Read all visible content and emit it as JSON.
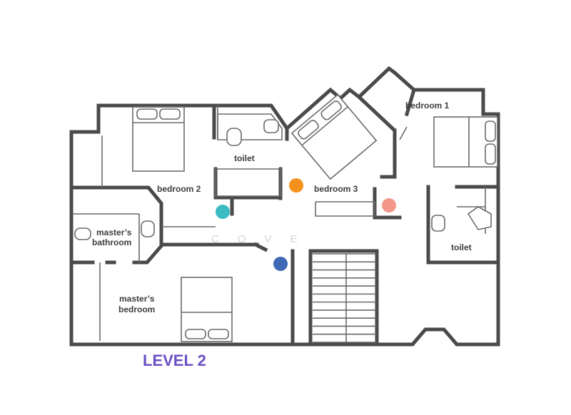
{
  "plan": {
    "level_label": "LEVEL 2",
    "watermark": "COVE",
    "rooms": {
      "bedroom_1": "bedroom 1",
      "bedroom_2": "bedroom 2",
      "bedroom_3": "bedroom 3",
      "toilet_1": "toilet",
      "toilet_2": "toilet",
      "masters_bathroom_line1": "master’s",
      "masters_bathroom_line2": "bathroom",
      "masters_bedroom_line1": "master’s",
      "masters_bedroom_line2": "bedroom"
    },
    "markers": [
      {
        "id": "orange",
        "color": "#f5921e"
      },
      {
        "id": "teal",
        "color": "#3bbcc2"
      },
      {
        "id": "salmon",
        "color": "#f3978a"
      },
      {
        "id": "blue",
        "color": "#3f69b5"
      }
    ],
    "colors": {
      "wall": "#4a4a4a",
      "level_label": "#6a4fc4"
    }
  }
}
